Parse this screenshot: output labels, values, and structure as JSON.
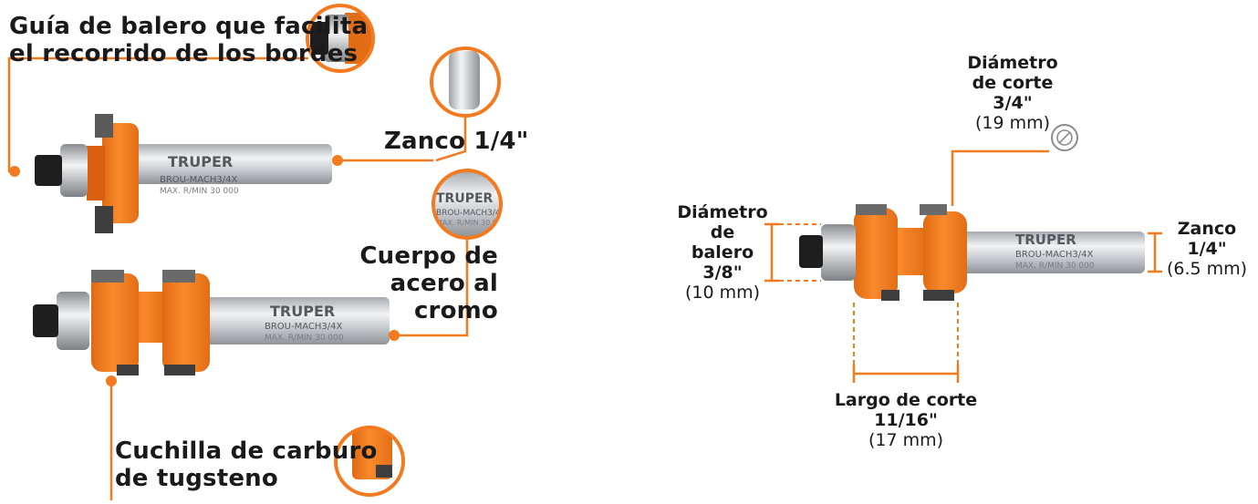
{
  "colors": {
    "accent": "#f47a20",
    "accent_dark": "#d9600e",
    "steel": "#c9ccd0",
    "carbide": "#4a4a4a",
    "text": "#1a1a1a"
  },
  "features": {
    "bearing_guide": "Guía de balero que facilita\nel recorrido de los bordes",
    "shank": "Zanco 1/4\"",
    "body": "Cuerpo de\nacero al\ncromo",
    "blade": "Cuchilla de carburo\nde tugsteno"
  },
  "bit_marking": {
    "brand": "TRUPER",
    "model": "BROU-MACH3/4X",
    "max_speed": "MAX. R/MIN 30 000"
  },
  "dimensions": {
    "cut_diameter": {
      "label": "Diámetro\nde corte",
      "value": "3/4\"",
      "metric": "(19 mm)"
    },
    "bearing_diameter": {
      "label": "Diámetro\nde balero",
      "value": "3/8\"",
      "metric": "(10 mm)"
    },
    "shank": {
      "label": "Zanco",
      "value": "1/4\"",
      "metric": "(6.5 mm)"
    },
    "cut_length": {
      "label": "Largo de corte",
      "value": "11/16\"",
      "metric": "(17 mm)"
    }
  },
  "icons": [
    "diameter-icon"
  ]
}
